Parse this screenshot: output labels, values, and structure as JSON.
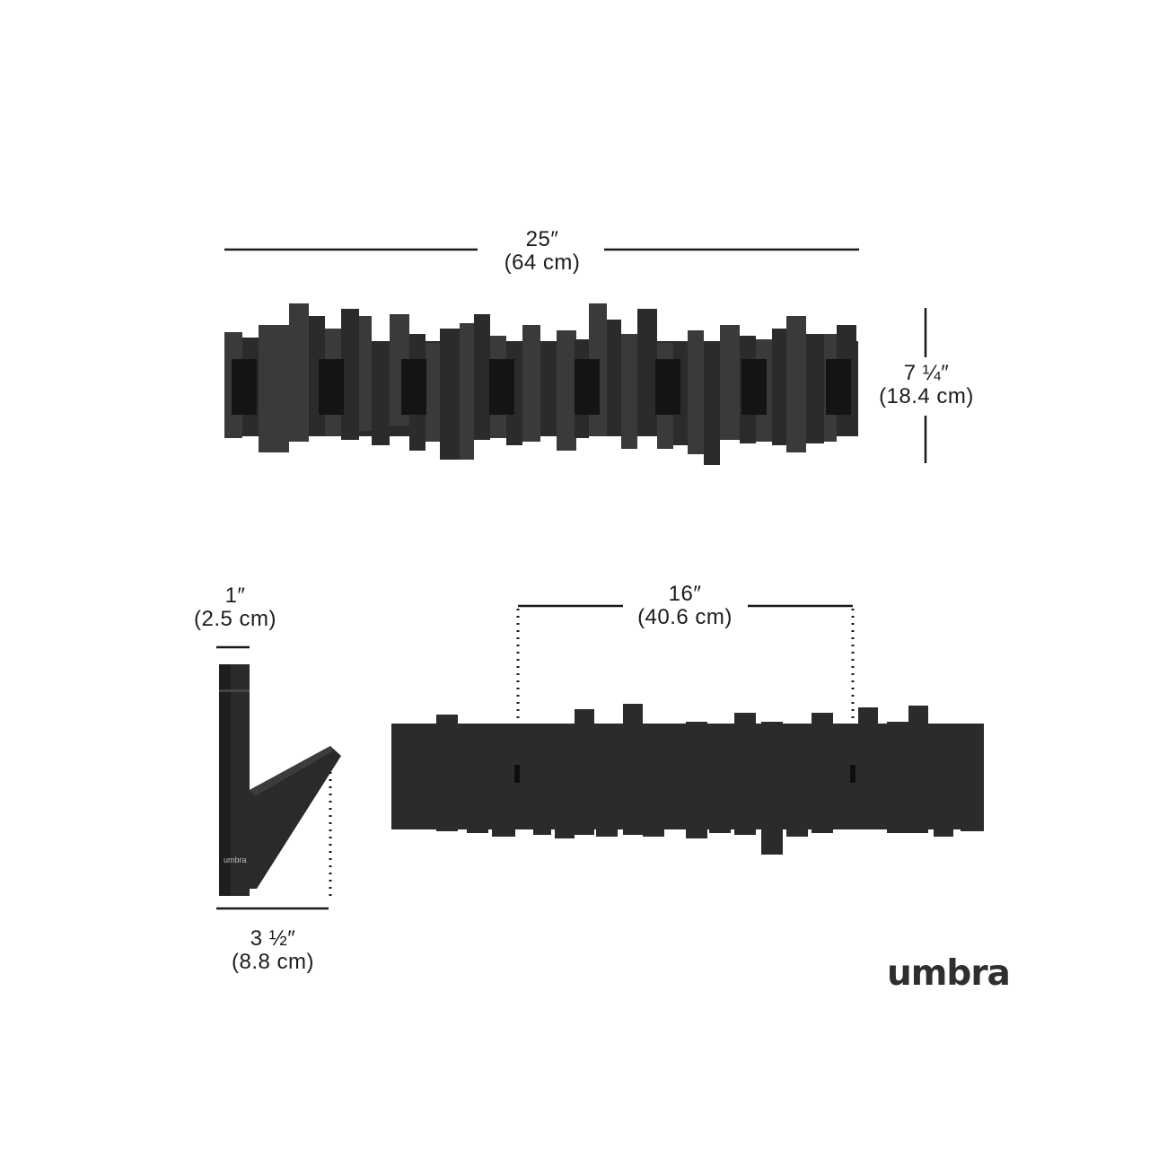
{
  "dimensions": {
    "width": {
      "imperial": "25″",
      "metric": "(64 cm)"
    },
    "height": {
      "imperial": "7 ¼″",
      "metric": "(18.4 cm)"
    },
    "depth": {
      "imperial": "1″",
      "metric": "(2.5 cm)"
    },
    "projection": {
      "imperial": "3 ½″",
      "metric": "(8.8 cm)"
    },
    "mount_spacing": {
      "imperial": "16″",
      "metric": "(40.6 cm)"
    }
  },
  "brand": {
    "logo_text": "umbra",
    "side_mark": "umbra"
  },
  "colors": {
    "product": "#2b2b2b",
    "product_dark": "#141414",
    "product_shade": "#3a3a3a",
    "lines": "#1a1a1a"
  },
  "icons": {
    "front_view": "coat-rack-front",
    "side_view": "coat-rack-side",
    "back_view": "coat-rack-back"
  }
}
